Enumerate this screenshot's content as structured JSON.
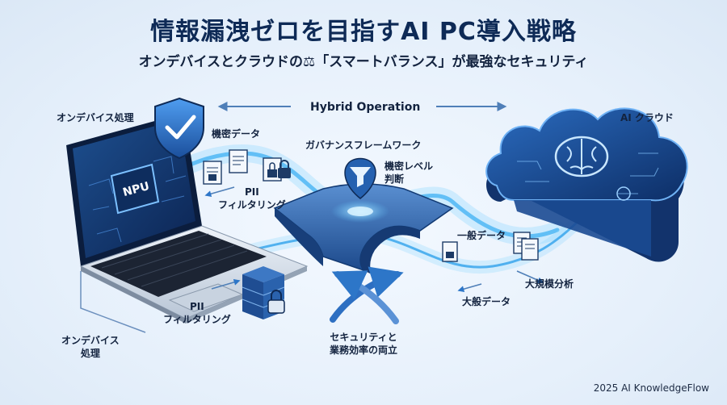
{
  "title": "情報漏洩ゼロを目指すAI PC導入戦略",
  "subtitle": "オンデバイスとクラウドの⚖「スマートバランス」が最強なセキュリティ",
  "labels": {
    "on_device_top": "オンデバイス処理",
    "hybrid": "Hybrid Operation",
    "ai_cloud": "AI クラウド",
    "confidential_data": "機密データ",
    "governance": "ガバナンスフレームワーク",
    "classification_line1": "機密レベル",
    "classification_line2": "判断",
    "pii_top_line1": "PII",
    "pii_top_line2": "フィルタリング",
    "npu": "NPU",
    "general_data": "一般データ",
    "large_analysis": "大規模分析",
    "bulk_data": "大般データ",
    "pii_bottom_line1": "PII",
    "pii_bottom_line2": "フィルタリング",
    "on_device_bottom_line1": "オンデバイス",
    "on_device_bottom_line2": "処理",
    "balance_line1": "セキュリティと",
    "balance_line2": "業務効率の両立"
  },
  "footer": "2025 AI KnowledgeFlow",
  "colors": {
    "navy": "#0e2a56",
    "blue": "#2f7fd8",
    "light_blue": "#8ec5f5",
    "glow": "#5fc8ff"
  },
  "icons": [
    "shield-check-icon",
    "lock-icon",
    "document-icon",
    "filter-icon",
    "brain-icon",
    "database-lock-icon",
    "cross-arrows-icon"
  ]
}
